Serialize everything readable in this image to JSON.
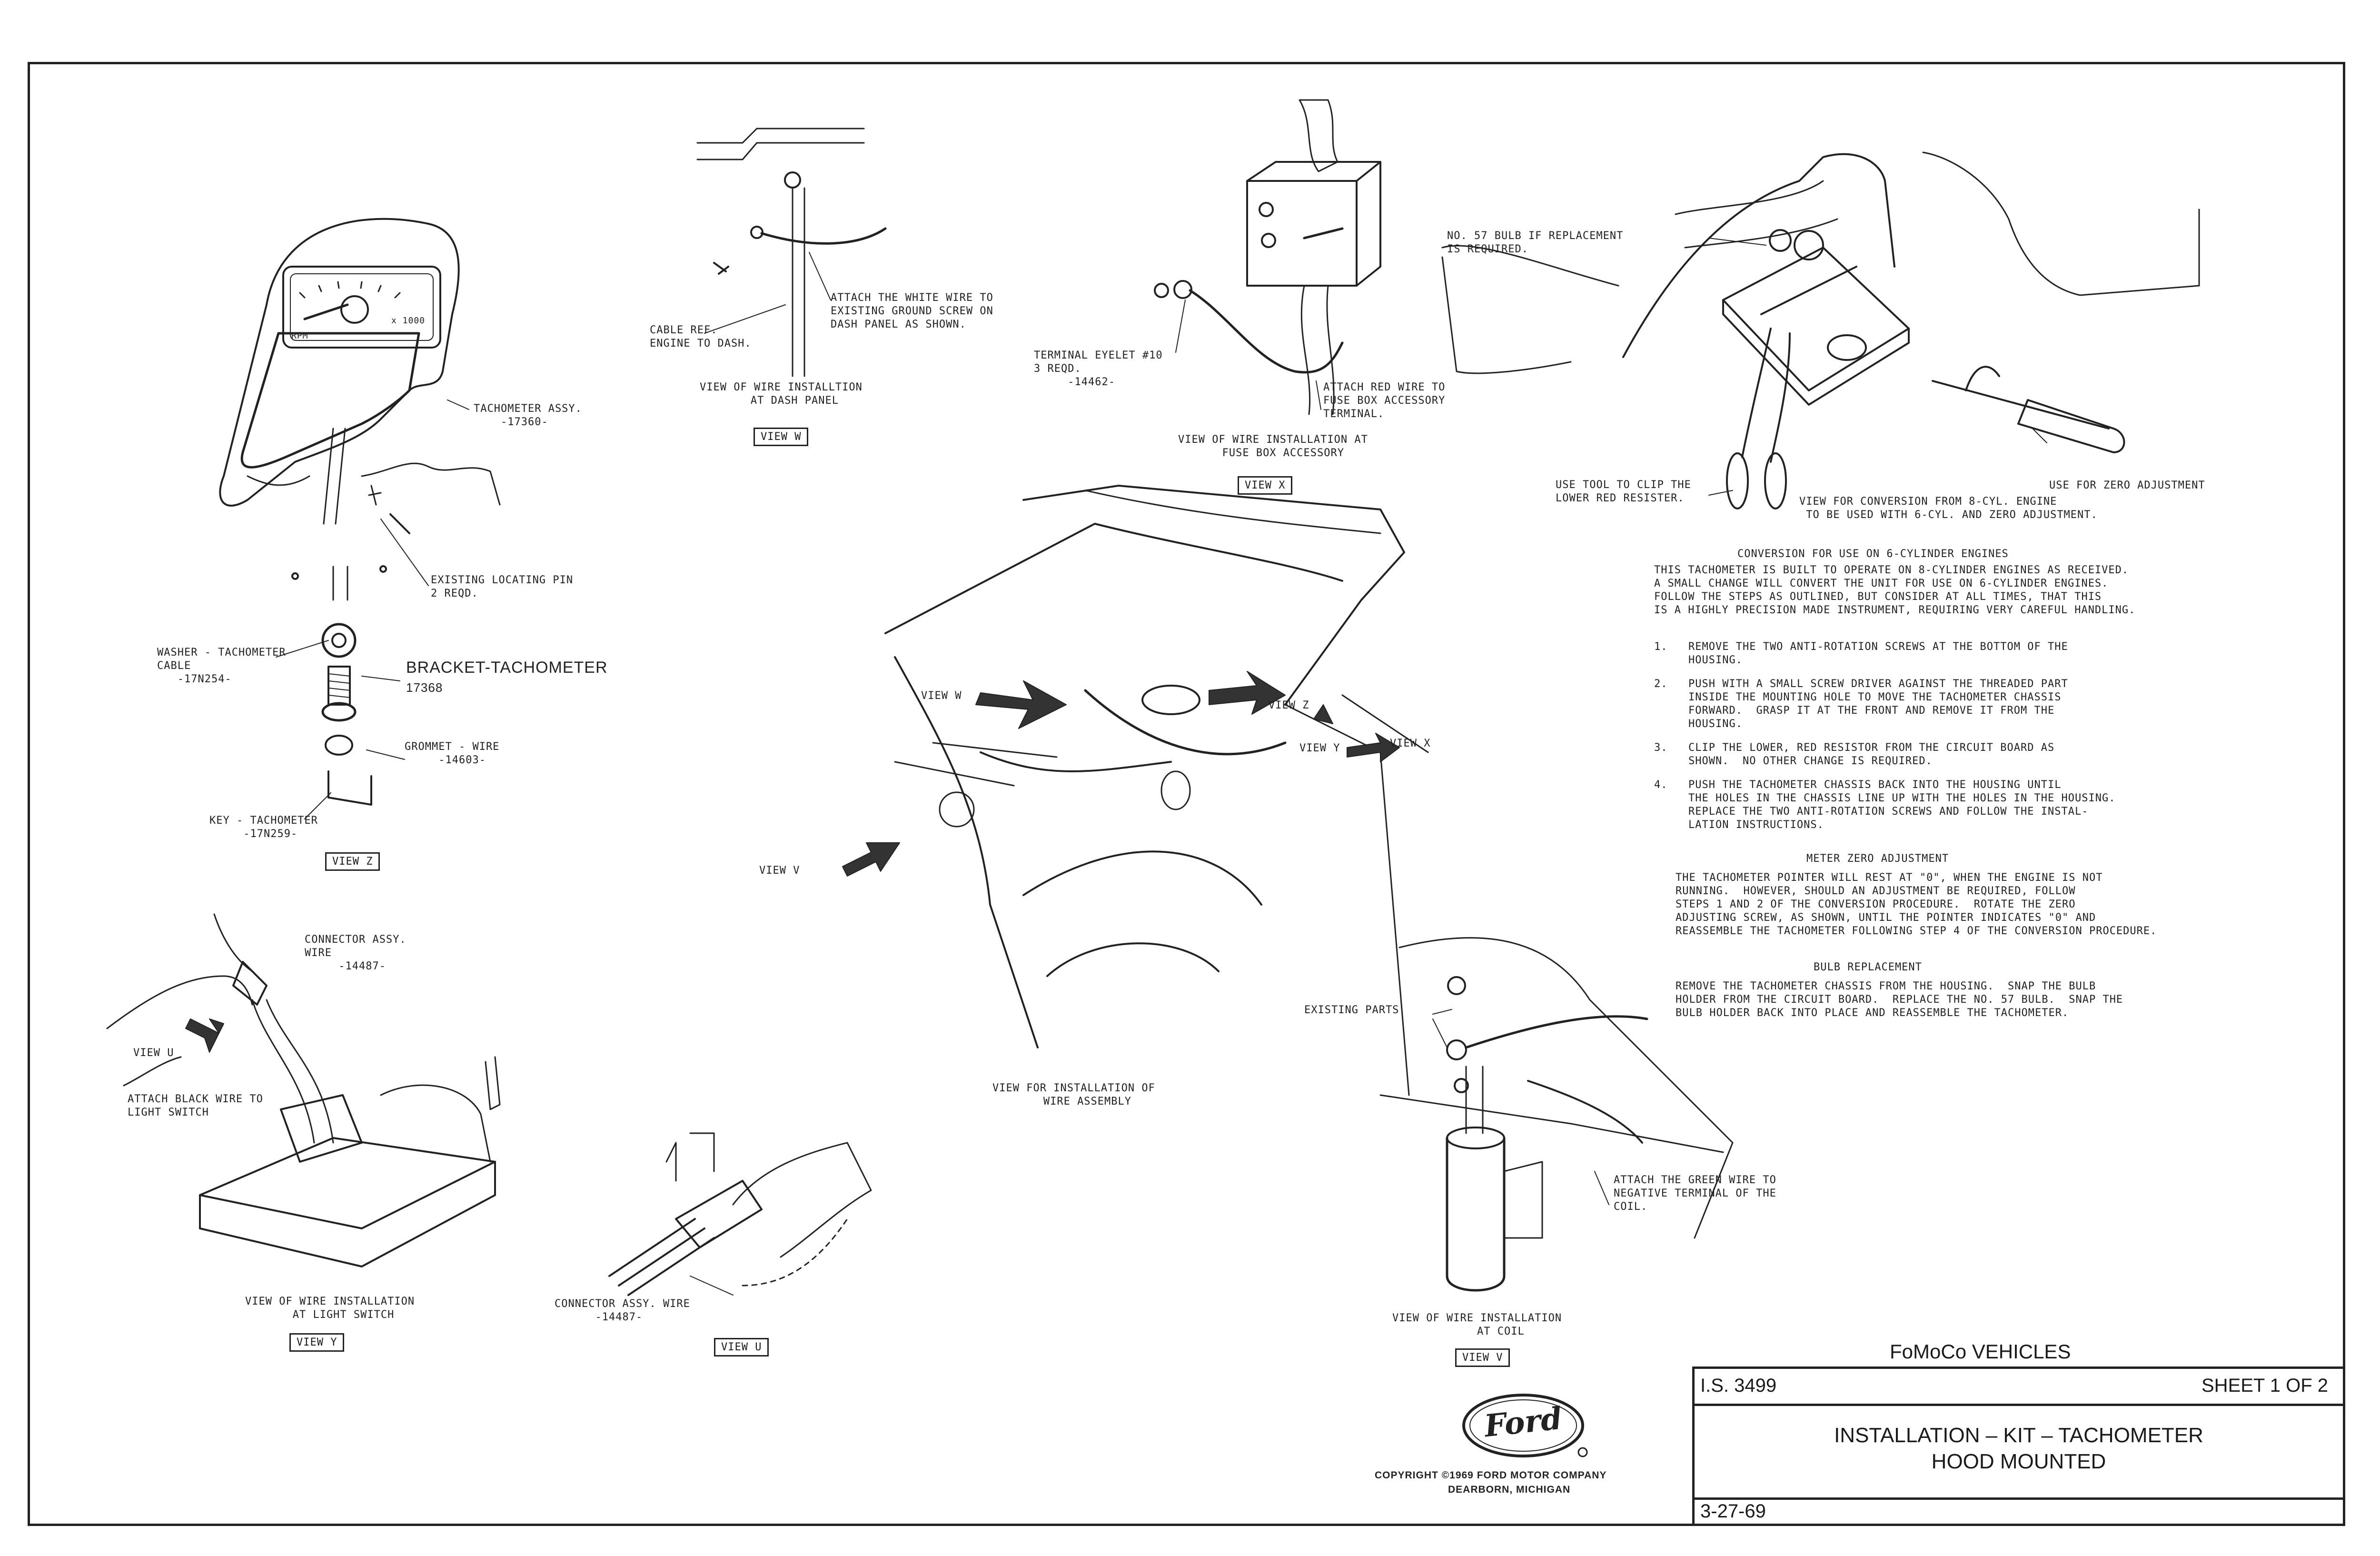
{
  "views": {
    "z": {
      "tach_assy": "TACHOMETER ASSY.\n    -17360-",
      "pin": "EXISTING LOCATING PIN\n2 REQD.",
      "washer": "WASHER - TACHOMETER\nCABLE\n   -17N254-",
      "bracket_title": "BRACKET-TACHOMETER",
      "bracket_num": "17368",
      "grommet": "GROMMET - WIRE\n     -14603-",
      "key": "KEY - TACHOMETER\n     -17N259-",
      "box": "VIEW Z"
    },
    "w": {
      "attach": "ATTACH THE WHITE WIRE TO\nEXISTING GROUND SCREW ON\nDASH PANEL AS SHOWN.",
      "cable_ref": "CABLE REF.\nENGINE TO DASH.",
      "caption": "VIEW OF WIRE INSTALLTION\n    AT DASH PANEL",
      "box": "VIEW W"
    },
    "x": {
      "eyelet": "TERMINAL EYELET #10\n3 REQD.\n     -14462-",
      "attach_red": "ATTACH RED WIRE TO\nFUSE BOX ACCESSORY\nTERMINAL.",
      "caption": "VIEW OF WIRE INSTALLATION AT\n   FUSE BOX ACCESSORY",
      "box": "VIEW X"
    },
    "conversion": {
      "bulb": "NO. 57 BULB IF REPLACEMENT\nIS REQUIRED.",
      "tool": "USE TOOL TO CLIP THE\nLOWER RED RESISTER.",
      "zero": "USE FOR ZERO ADJUSTMENT",
      "caption": "VIEW FOR CONVERSION FROM 8-CYL. ENGINE\n TO BE USED WITH 6-CYL. AND ZERO ADJUSTMENT."
    },
    "main": {
      "w": "VIEW W",
      "z": "VIEW Z",
      "y": "VIEW Y",
      "x": "VIEW X",
      "v": "VIEW V",
      "caption": "VIEW FOR INSTALLATION OF\n    WIRE ASSEMBLY"
    },
    "u": {
      "connector": "CONNECTOR ASSY.\nWIRE\n     -14487-",
      "view_u": "VIEW U",
      "black": "ATTACH BLACK WIRE TO\nLIGHT SWITCH"
    },
    "y": {
      "caption": "VIEW OF WIRE INSTALLATION\n    AT LIGHT SWITCH",
      "box": "VIEW Y"
    },
    "u2": {
      "connector": "CONNECTOR ASSY. WIRE\n      -14487-",
      "box": "VIEW U"
    },
    "v": {
      "existing": "EXISTING PARTS",
      "green": "ATTACH THE GREEN WIRE TO\nNEGATIVE TERMINAL OF THE\nCOIL.",
      "caption": "VIEW OF WIRE INSTALLATION\n       AT COIL",
      "box": "VIEW V"
    }
  },
  "instructions": {
    "title": "CONVERSION FOR USE ON 6-CYLINDER ENGINES",
    "intro": "THIS TACHOMETER IS BUILT TO OPERATE ON 8-CYLINDER ENGINES AS RECEIVED.\nA SMALL CHANGE WILL CONVERT THE UNIT FOR USE ON 6-CYLINDER ENGINES.\nFOLLOW THE STEPS AS OUTLINED, BUT CONSIDER AT ALL TIMES, THAT THIS\nIS A HIGHLY PRECISION MADE INSTRUMENT, REQUIRING VERY CAREFUL HANDLING.",
    "steps": [
      {
        "n": "1.",
        "text": "REMOVE THE TWO ANTI-ROTATION SCREWS AT THE BOTTOM OF THE\nHOUSING."
      },
      {
        "n": "2.",
        "text": "PUSH WITH A SMALL SCREW DRIVER AGAINST THE THREADED PART\nINSIDE THE MOUNTING HOLE TO MOVE THE TACHOMETER CHASSIS\nFORWARD.  GRASP IT AT THE FRONT AND REMOVE IT FROM THE\nHOUSING."
      },
      {
        "n": "3.",
        "text": "CLIP THE LOWER, RED RESISTOR FROM THE CIRCUIT BOARD AS\nSHOWN.  NO OTHER CHANGE IS REQUIRED."
      },
      {
        "n": "4.",
        "text": "PUSH THE TACHOMETER CHASSIS BACK INTO THE HOUSING UNTIL\nTHE HOLES IN THE CHASSIS LINE UP WITH THE HOLES IN THE HOUSING.\nREPLACE THE TWO ANTI-ROTATION SCREWS AND FOLLOW THE INSTAL-\nLATION INSTRUCTIONS."
      }
    ],
    "meter_title": "METER ZERO ADJUSTMENT",
    "meter_text": "THE TACHOMETER POINTER WILL REST AT \"0\", WHEN THE ENGINE IS NOT\nRUNNING.  HOWEVER, SHOULD AN ADJUSTMENT BE REQUIRED, FOLLOW\nSTEPS 1 AND 2 OF THE CONVERSION PROCEDURE.  ROTATE THE ZERO\nADJUSTING SCREW, AS SHOWN, UNTIL THE POINTER INDICATES \"0\" AND\nREASSEMBLE THE TACHOMETER FOLLOWING STEP 4 OF THE CONVERSION PROCEDURE.",
    "bulb_title": "BULB REPLACEMENT",
    "bulb_text": "REMOVE THE TACHOMETER CHASSIS FROM THE HOUSING.  SNAP THE BULB\nHOLDER FROM THE CIRCUIT BOARD.  REPLACE THE NO. 57 BULB.  SNAP THE\nBULB HOLDER BACK INTO PLACE AND REASSEMBLE THE TACHOMETER."
  },
  "gauge": {
    "rpm": "RPM",
    "scale": "x 1000"
  },
  "logo": {
    "text": "Ford",
    "copyright": "COPYRIGHT ©1969 FORD MOTOR COMPANY",
    "location": "DEARBORN, MICHIGAN"
  },
  "title_block": {
    "vehicles": "FoMoCo VEHICLES",
    "is_number": "I.S. 3499",
    "sheet": "SHEET 1 OF 2",
    "title1": "INSTALLATION – KIT – TACHOMETER",
    "title2": "HOOD MOUNTED",
    "date": "3-27-69"
  }
}
